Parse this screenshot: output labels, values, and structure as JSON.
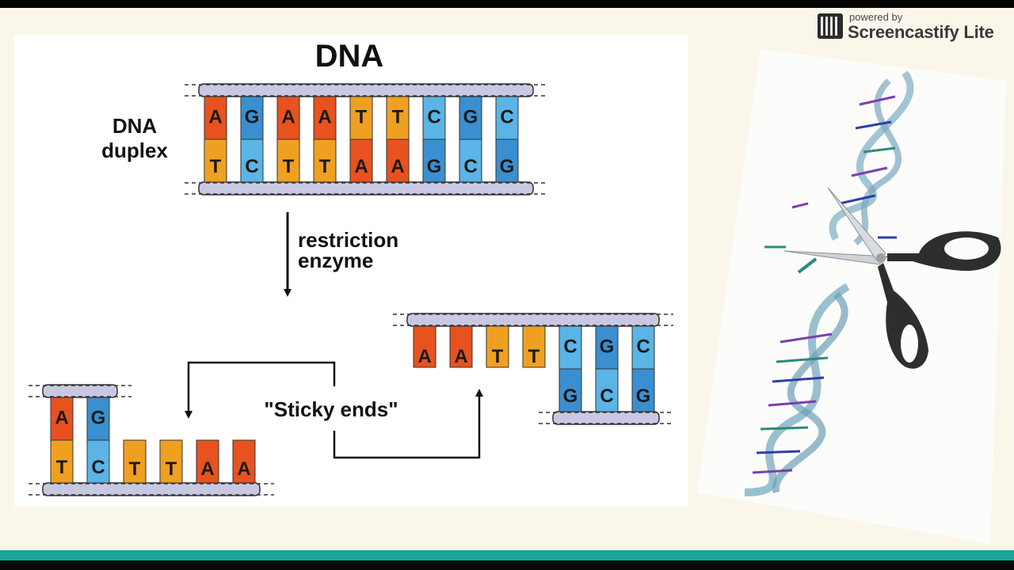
{
  "slide": {
    "title": "DNA",
    "duplex_label_line1": "DNA",
    "duplex_label_line2": "duplex",
    "enzyme_label_line1": "restriction",
    "enzyme_label_line2": "enzyme",
    "sticky_label": "\"Sticky ends\""
  },
  "duplex_pairs": [
    {
      "top": "A",
      "bottom": "T",
      "color": "#e8521e"
    },
    {
      "top": "G",
      "bottom": "C",
      "color": "#5ab4e6"
    },
    {
      "top": "A",
      "bottom": "T",
      "color": "#e8521e"
    },
    {
      "top": "A",
      "bottom": "T",
      "color": "#e8521e"
    },
    {
      "top": "T",
      "bottom": "A",
      "color": "#f0a020"
    },
    {
      "top": "T",
      "bottom": "A",
      "color": "#f0a020"
    },
    {
      "top": "C",
      "bottom": "G",
      "color": "#3a8fd0"
    },
    {
      "top": "G",
      "bottom": "C",
      "color": "#5ab4e6"
    },
    {
      "top": "C",
      "bottom": "G",
      "color": "#3a8fd0"
    }
  ],
  "left_fragment": {
    "pairs": [
      {
        "top": "A",
        "bottom": "T"
      },
      {
        "top": "G",
        "bottom": "C"
      }
    ],
    "overhang": [
      "T",
      "T",
      "A",
      "A"
    ]
  },
  "right_fragment": {
    "overhang": [
      "A",
      "A",
      "T",
      "T"
    ],
    "pairs": [
      {
        "top": "C",
        "bottom": "G"
      },
      {
        "top": "G",
        "bottom": "C"
      },
      {
        "top": "C",
        "bottom": "G"
      }
    ]
  },
  "watermark": {
    "small_text": "powered by",
    "big_text": "Screencastify Lite"
  },
  "colors": {
    "adenine_orange": "#e8521e",
    "thymine_yellow": "#f0a020",
    "cytosine_blue": "#5ab4e6",
    "guanine_blue": "#3a8fd0",
    "backbone": "#c9c8e2",
    "teal_bar": "#1aa59a"
  },
  "right_image": {
    "description_icons": [
      "dna-helix-icon",
      "scissors-icon"
    ]
  }
}
